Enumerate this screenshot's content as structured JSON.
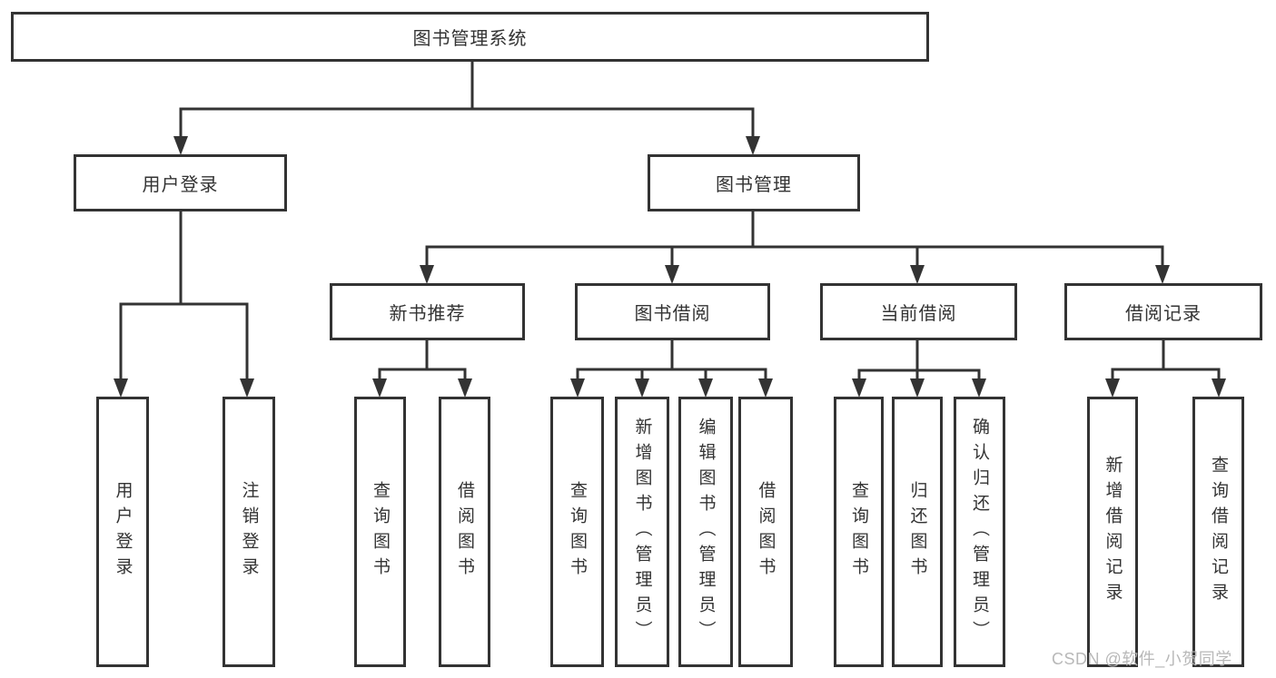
{
  "tree": {
    "root": {
      "label": "图书管理系统"
    },
    "children": [
      {
        "label": "用户登录",
        "children": [
          {
            "label": "用户登录"
          },
          {
            "label": "注销登录"
          }
        ]
      },
      {
        "label": "图书管理",
        "children": [
          {
            "label": "新书推荐",
            "children": [
              {
                "label": "查询图书"
              },
              {
                "label": "借阅图书"
              }
            ]
          },
          {
            "label": "图书借阅",
            "children": [
              {
                "label": "查询图书"
              },
              {
                "label": "新增图书（管理员）"
              },
              {
                "label": "编辑图书（管理员）"
              },
              {
                "label": "借阅图书"
              }
            ]
          },
          {
            "label": "当前借阅",
            "children": [
              {
                "label": "查询图书"
              },
              {
                "label": "归还图书"
              },
              {
                "label": "确认归还（管理员）"
              }
            ]
          },
          {
            "label": "借阅记录",
            "children": [
              {
                "label": "新增借阅记录"
              },
              {
                "label": "查询借阅记录"
              }
            ]
          }
        ]
      }
    ]
  },
  "watermark": {
    "text": "CSDN @软件_小贺同学"
  },
  "colors": {
    "line": "#333333",
    "box_border": "#333333",
    "text": "#333333",
    "watermark": "#b8b8b8",
    "background": "#ffffff"
  }
}
